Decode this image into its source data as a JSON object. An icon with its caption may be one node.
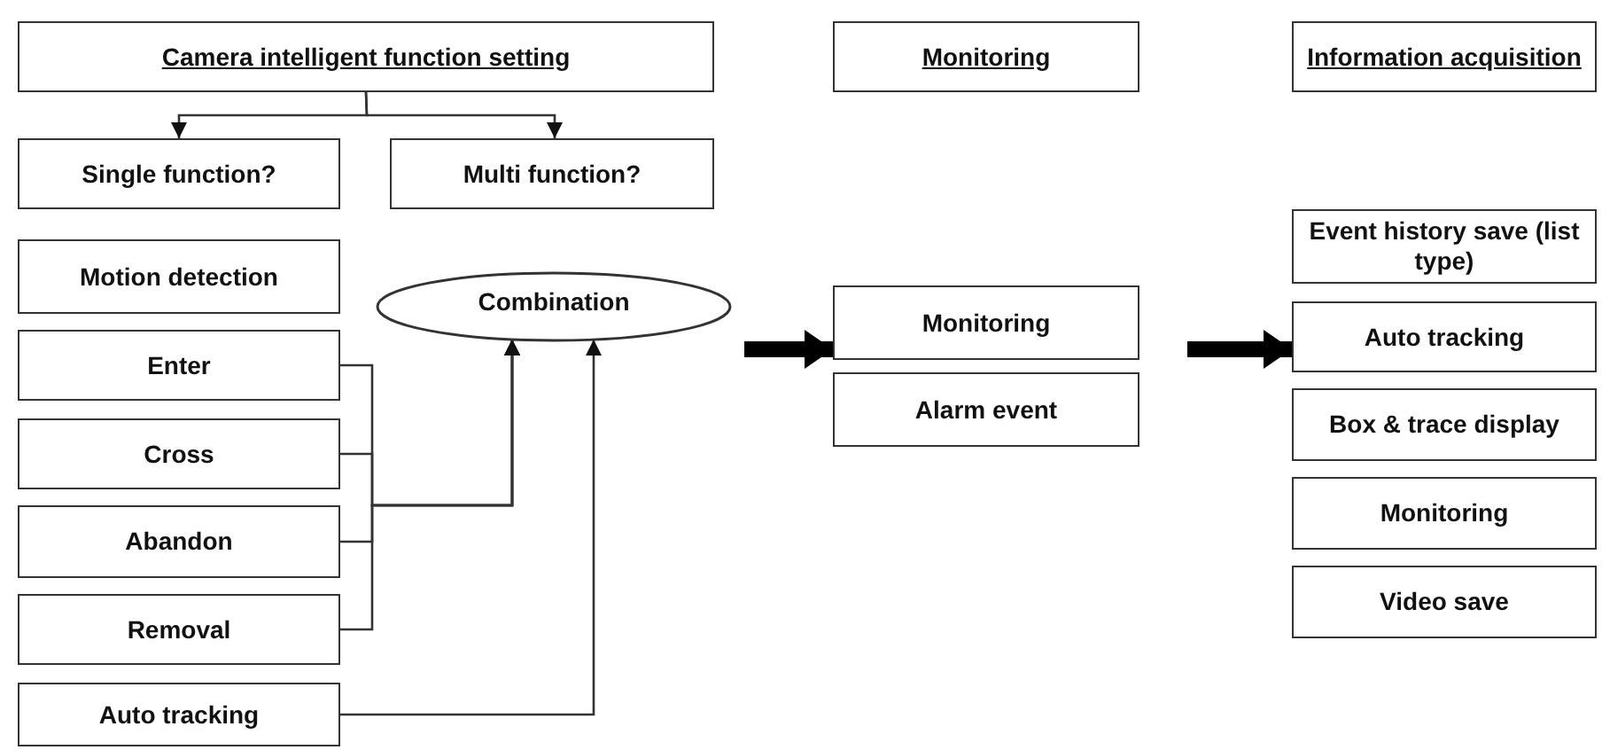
{
  "diagram": {
    "nodes": [
      {
        "text": [
          "Camera intelligent function setting"
        ]
      },
      {
        "text": [
          "Monitoring"
        ]
      },
      {
        "text": [
          "Information acquisition"
        ]
      },
      {
        "text": [
          "Single function?"
        ]
      },
      {
        "text": [
          "Multi function?"
        ]
      },
      {
        "text": [
          "Motion detection"
        ]
      },
      {
        "text": [
          "Combination"
        ]
      },
      {
        "text": [
          "Enter"
        ]
      },
      {
        "text": [
          "Cross"
        ]
      },
      {
        "text": [
          "Abandon"
        ]
      },
      {
        "text": [
          "Removal"
        ]
      },
      {
        "text": [
          "Auto tracking"
        ]
      },
      {
        "text": [
          "Monitoring"
        ]
      },
      {
        "text": [
          "Alarm event"
        ]
      },
      {
        "text": [
          "Event history save (list type)"
        ]
      },
      {
        "text": [
          "Auto tracking"
        ]
      },
      {
        "text": [
          "Box & trace display"
        ]
      },
      {
        "text": [
          "Monitoring"
        ]
      },
      {
        "text": [
          "Video save"
        ]
      }
    ],
    "edges": [
      {
        "from": 0,
        "to": 3,
        "arrow": "to"
      },
      {
        "from": 0,
        "to": 4,
        "arrow": "to"
      },
      {
        "from": 7,
        "to": 6,
        "arrow": "to"
      },
      {
        "from": 8,
        "to": 6,
        "arrow": "to"
      },
      {
        "from": 9,
        "to": 6,
        "arrow": "to"
      },
      {
        "from": 10,
        "to": 6,
        "arrow": "to"
      },
      {
        "from": 11,
        "to": 6,
        "arrow": "to"
      },
      {
        "from": null,
        "to": 12,
        "arrow": "to",
        "style": "thick"
      },
      {
        "from": null,
        "to": 15,
        "arrow": "to",
        "style": "thick"
      }
    ]
  }
}
